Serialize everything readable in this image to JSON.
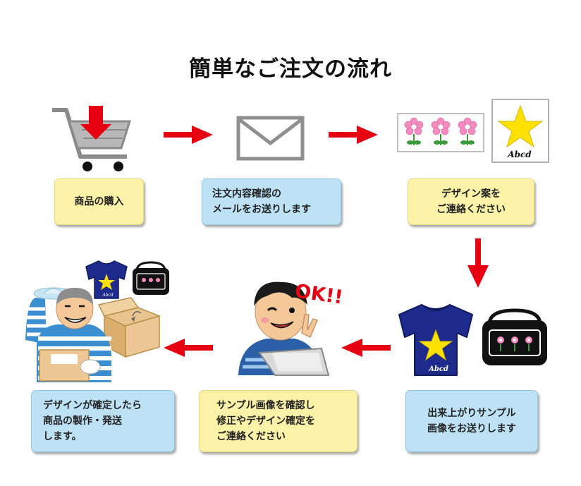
{
  "title": "簡単なご注文の流れ",
  "steps": [
    {
      "lines": [
        "商品の購入"
      ]
    },
    {
      "lines": [
        "注文内容確認の",
        "メールをお送りします"
      ]
    },
    {
      "lines": [
        "デザイン案を",
        "ご連絡ください"
      ]
    },
    {
      "lines": [
        "出来上がりサンプル",
        "画像をお送りします"
      ]
    },
    {
      "lines": [
        "サンプル画像を確認し",
        "修正やデザイン確定を",
        "ご連絡ください"
      ]
    },
    {
      "lines": [
        "デザインが確定したら",
        "商品の製作・発送",
        "します。"
      ]
    }
  ],
  "design_label": "Abcd",
  "ok_text": "OK!!",
  "colors": {
    "arrow": "#e60012",
    "yellow_box": "#fcf3a8",
    "blue_box": "#bde2f6",
    "shirt": "#1e2a8c",
    "star": "#ffe100",
    "flower": "#f38cbf"
  }
}
